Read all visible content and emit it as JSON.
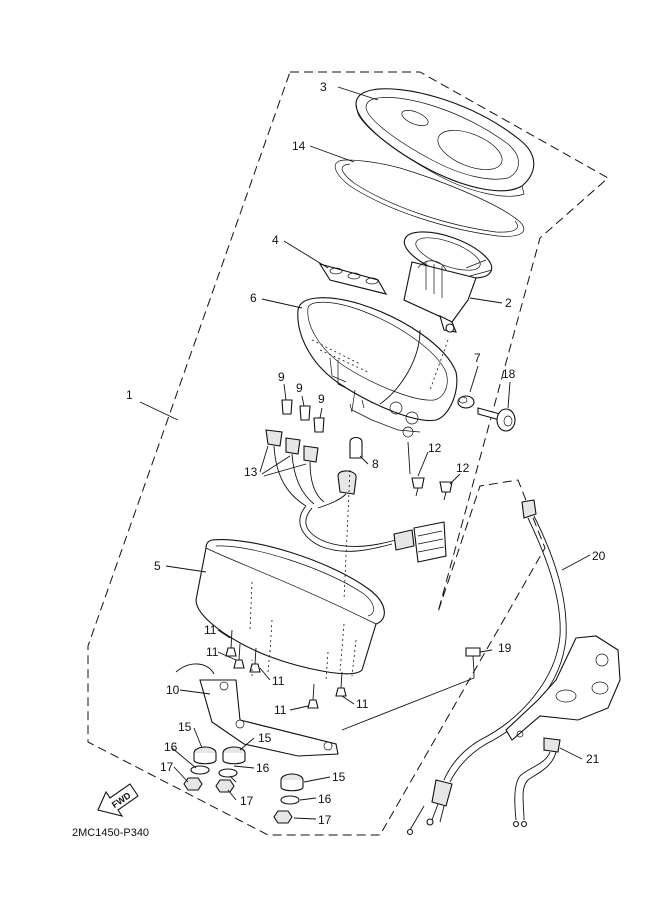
{
  "diagram_code": "2MC1450-P340",
  "fwd_label": "FWD",
  "callouts": {
    "c1": "1",
    "c2": "2",
    "c3": "3",
    "c4": "4",
    "c5": "5",
    "c6": "6",
    "c7": "7",
    "c8": "8",
    "c9a": "9",
    "c9b": "9",
    "c9c": "9",
    "c10": "10",
    "c11a": "11",
    "c11b": "11",
    "c11c": "11",
    "c11d": "11",
    "c11e": "11",
    "c12a": "12",
    "c12b": "12",
    "c13": "13",
    "c14": "14",
    "c15a": "15",
    "c15b": "15",
    "c15c": "15",
    "c16a": "16",
    "c16b": "16",
    "c16c": "16",
    "c17a": "17",
    "c17b": "17",
    "c17c": "17",
    "c18": "18",
    "c19": "19",
    "c20": "20",
    "c21": "21"
  }
}
